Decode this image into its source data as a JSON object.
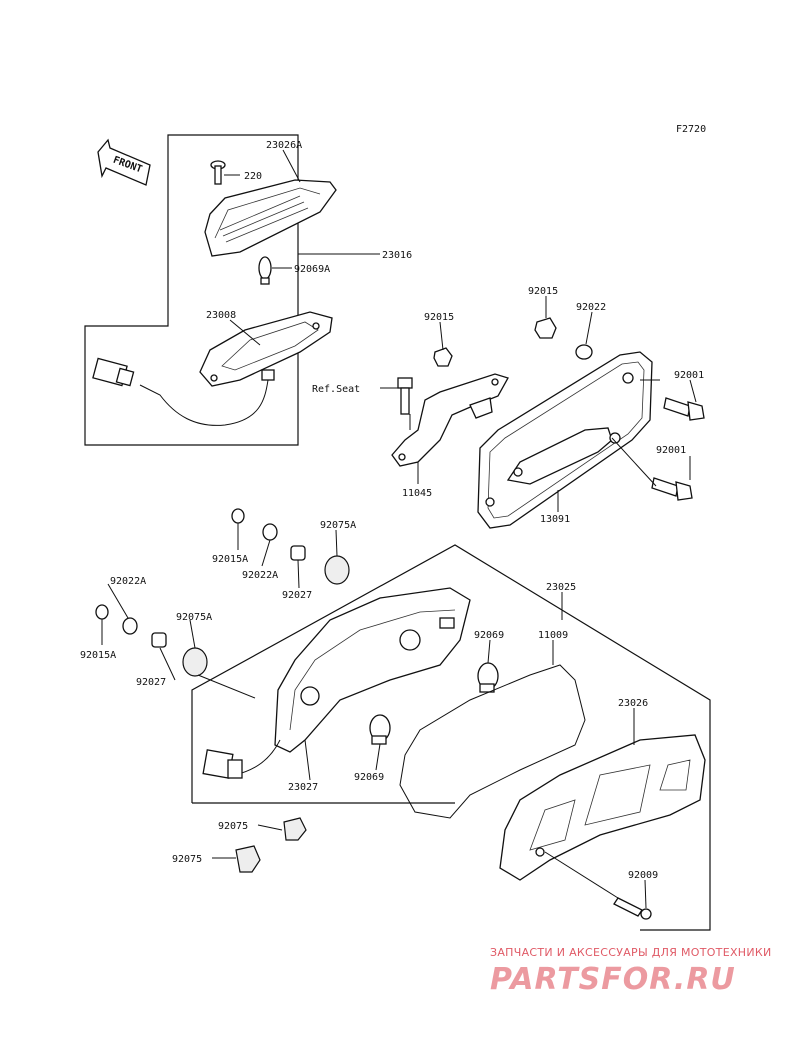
{
  "figure_code": "F2720",
  "front_label": "FRONT",
  "parts": {
    "p23026A": "23026A",
    "p220": "220",
    "p23016": "23016",
    "p92069A": "92069A",
    "p23008": "23008",
    "p92015_top1": "92015",
    "p92015_top2": "92015",
    "p92022_top": "92022",
    "ref_seat": "Ref.Seat",
    "p92001_a": "92001",
    "p92001_b": "92001",
    "p11045": "11045",
    "p13091": "13091",
    "p92075A_top": "92075A",
    "p92015A_top": "92015A",
    "p92022A_top": "92022A",
    "p92027_top": "92027",
    "p23025": "23025",
    "p92022A_left": "92022A",
    "p92075A_left": "92075A",
    "p92015A_left": "92015A",
    "p92027_left": "92027",
    "p92069_right": "92069",
    "p11009": "11009",
    "p23026": "23026",
    "p23027": "23027",
    "p92069_bottom": "92069",
    "p92075_a": "92075",
    "p92075_b": "92075",
    "p92009": "92009"
  },
  "watermark": {
    "subtitle": "ЗАПЧАСТИ И АКСЕССУАРЫ ДЛЯ МОТОТЕХНИКИ",
    "logo": "PARTSFOR.RU"
  },
  "colors": {
    "line": "#111111",
    "watermark_text": "#e05a66",
    "watermark_logo": "#ec9aa0"
  }
}
